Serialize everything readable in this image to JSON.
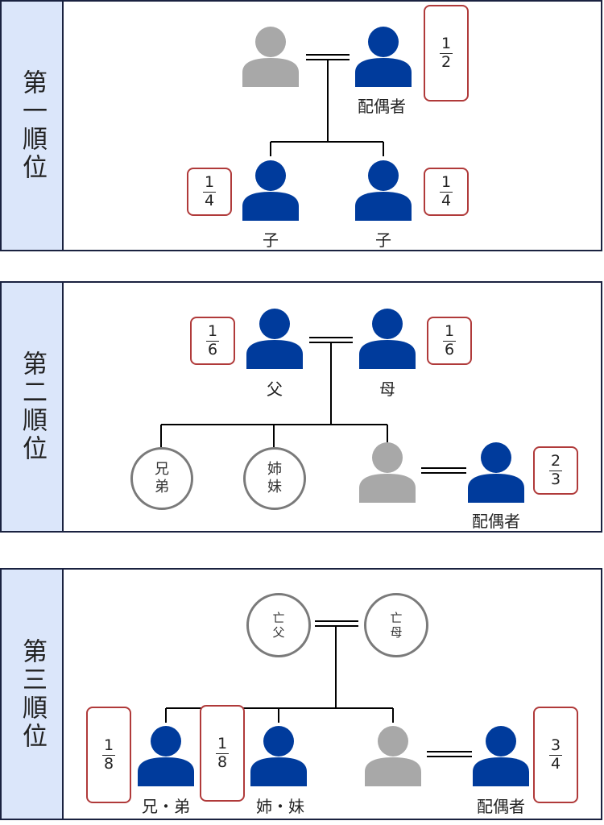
{
  "panels": {
    "first": {
      "side_label": "第一順位",
      "spouse_label": "配偶者",
      "spouse_share": {
        "num": "1",
        "den": "2"
      },
      "children": [
        {
          "label": "子",
          "share": {
            "num": "1",
            "den": "4"
          }
        },
        {
          "label": "子",
          "share": {
            "num": "1",
            "den": "4"
          }
        }
      ]
    },
    "second": {
      "side_label": "第二順位",
      "father": {
        "label": "父",
        "share": {
          "num": "1",
          "den": "6"
        }
      },
      "mother": {
        "label": "母",
        "share": {
          "num": "1",
          "den": "6"
        }
      },
      "sibling_circles": [
        {
          "line1": "兄",
          "line2": "弟"
        },
        {
          "line1": "姉",
          "line2": "妹"
        }
      ],
      "spouse_label": "配偶者",
      "spouse_share": {
        "num": "2",
        "den": "3"
      }
    },
    "third": {
      "side_label": "第三順位",
      "late_parents": [
        {
          "line1": "亡",
          "line2": "父"
        },
        {
          "line1": "亡",
          "line2": "母"
        }
      ],
      "brother": {
        "label": "兄・弟",
        "share": {
          "num": "1",
          "den": "8"
        }
      },
      "sister": {
        "label": "姉・妹",
        "share": {
          "num": "1",
          "den": "8"
        }
      },
      "spouse_label": "配偶者",
      "spouse_share": {
        "num": "3",
        "den": "4"
      }
    }
  },
  "colors": {
    "heir": "#003b9c",
    "deceased": "#a8a8a8",
    "share_border": "#b03a3a",
    "side_bg": "#dbe6fa",
    "frame": "#1a2240",
    "circle_border": "#7a7a7a"
  },
  "icons": {
    "person": "person-icon",
    "deceased_person": "deceased-person-icon"
  }
}
